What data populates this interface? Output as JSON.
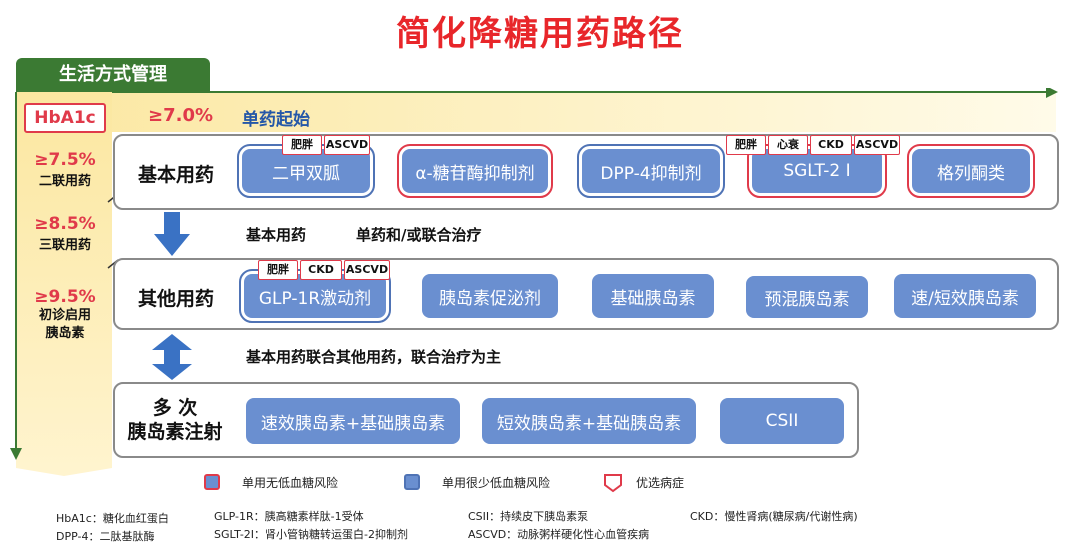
{
  "title": "简化降糖用药路径",
  "lifestyle": "生活方式管理",
  "hba1c_label": "HbA1c",
  "start_threshold": "≥7.0%",
  "start_text": "单药起始",
  "thresholds": [
    {
      "value": "≥7.5%",
      "text": "二联用药"
    },
    {
      "value": "≥8.5%",
      "text": "三联用药"
    },
    {
      "value": "≥9.5%",
      "text": "初诊启用\n胰岛素"
    }
  ],
  "basic_row": {
    "label": "基本用药",
    "drugs": [
      "二甲双胍",
      "α-糖苷酶抑制剂",
      "DPP-4抑制剂",
      "SGLT-2 I",
      "格列酮类"
    ],
    "metformin_badges": [
      "肥胖",
      "ASCVD"
    ],
    "sglt2_badges": [
      "肥胖",
      "心衰",
      "CKD",
      "ASCVD"
    ]
  },
  "note1": {
    "a": "基本用药",
    "b": "单药和/或联合治疗"
  },
  "other_row": {
    "label": "其他用药",
    "drugs": [
      "GLP-1R激动剂",
      "胰岛素促泌剂",
      "基础胰岛素",
      "预混胰岛素",
      "速/短效胰岛素"
    ],
    "glp1_badges": [
      "肥胖",
      "CKD",
      "ASCVD"
    ]
  },
  "note2": "基本用药联合其他用药，联合治疗为主",
  "insulin_row": {
    "label_line1": "多 次",
    "label_line2": "胰岛素注射",
    "drugs": [
      "速效胰岛素+基础胰岛素",
      "短效胰岛素+基础胰岛素",
      "CSII"
    ]
  },
  "legend": [
    "单用无低血糖风险",
    "单用很少低血糖风险",
    "优选病症"
  ],
  "abbreviations": [
    "HbA1c：糖化血红蛋白",
    "DPP-4：二肽基肽酶",
    "GLP-1R：胰高糖素样肽-1受体",
    "SGLT-2I：肾小管钠糖转运蛋白-2抑制剂",
    "CSII：持续皮下胰岛素泵",
    "ASCVD：动脉粥样硬化性心血管疾病",
    "CKD：慢性肾病(糖尿病/代谢性病)"
  ],
  "colors": {
    "red": "#e03a4a",
    "green": "#3b7a33",
    "drug_fill": "#6a8fd0",
    "cream": "#fbeeb6"
  }
}
